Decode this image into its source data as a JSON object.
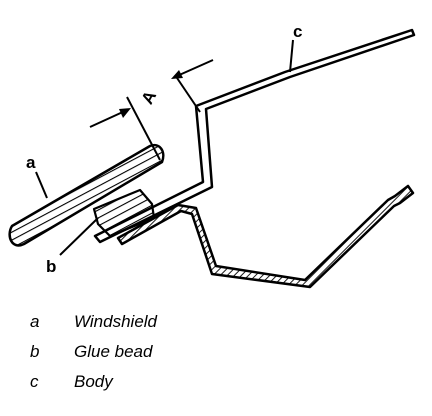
{
  "callouts": {
    "a": "a",
    "b": "b",
    "c": "c",
    "gap": "A"
  },
  "legend": [
    {
      "key": "a",
      "text": "Windshield"
    },
    {
      "key": "b",
      "text": "Glue bead"
    },
    {
      "key": "c",
      "text": "Body"
    }
  ]
}
